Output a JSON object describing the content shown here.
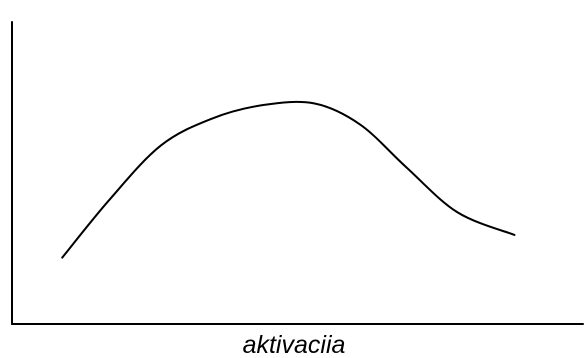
{
  "chart_data": {
    "type": "line",
    "title": "",
    "xlabel": "aktivaciia",
    "ylabel": "",
    "grid": false,
    "legend": "none",
    "xlim": [
      0,
      10
    ],
    "ylim": [
      0,
      10
    ],
    "series": [
      {
        "color": "#000000",
        "x": [
          0.88,
          1.7,
          2.6,
          3.5,
          4.4,
          5.3,
          6.1,
          6.9,
          7.8,
          8.8
        ],
        "y": [
          2.2,
          4.1,
          5.9,
          6.8,
          7.25,
          7.3,
          6.6,
          5.2,
          3.7,
          2.95
        ]
      }
    ]
  },
  "colors": {
    "axis": "#000000",
    "background": "#ffffff"
  }
}
